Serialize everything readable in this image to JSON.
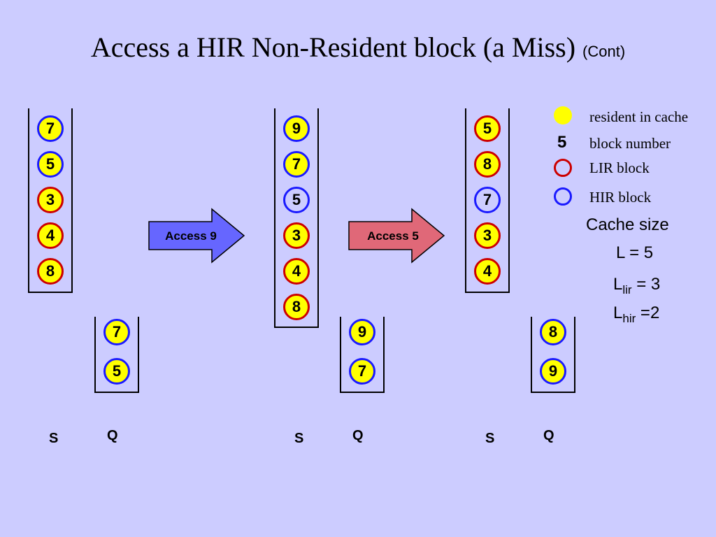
{
  "title": {
    "main": "Access a HIR Non-Resident block (a Miss)",
    "cont": "(Cont)"
  },
  "arrows": [
    {
      "label": "Access 9",
      "color": "#6666ff"
    },
    {
      "label": "Access 5",
      "color": "#e06878"
    }
  ],
  "states": [
    {
      "s_label": "S",
      "q_label": "Q",
      "s_blocks": [
        {
          "num": "7",
          "kind": "hir"
        },
        {
          "num": "5",
          "kind": "hir"
        },
        {
          "num": "3",
          "kind": "lir"
        },
        {
          "num": "4",
          "kind": "lir"
        },
        {
          "num": "8",
          "kind": "lir"
        }
      ],
      "q_blocks": [
        {
          "num": "7",
          "kind": "hir"
        },
        {
          "num": "5",
          "kind": "hir"
        }
      ]
    },
    {
      "s_label": "S",
      "q_label": "Q",
      "s_blocks": [
        {
          "num": "9",
          "kind": "hir"
        },
        {
          "num": "7",
          "kind": "hir"
        },
        {
          "num": "5",
          "kind": "hir-nonresident"
        },
        {
          "num": "3",
          "kind": "lir"
        },
        {
          "num": "4",
          "kind": "lir"
        },
        {
          "num": "8",
          "kind": "lir"
        }
      ],
      "q_blocks": [
        {
          "num": "9",
          "kind": "hir"
        },
        {
          "num": "7",
          "kind": "hir"
        }
      ]
    },
    {
      "s_label": "S",
      "q_label": "Q",
      "s_blocks": [
        {
          "num": "5",
          "kind": "lir"
        },
        {
          "num": "8",
          "kind": "lir"
        },
        {
          "num": "7",
          "kind": "hir-nonresident"
        },
        {
          "num": "3",
          "kind": "lir"
        },
        {
          "num": "4",
          "kind": "lir"
        }
      ],
      "q_blocks": [
        {
          "num": "8",
          "kind": "hir"
        },
        {
          "num": "9",
          "kind": "hir"
        }
      ]
    }
  ],
  "legend": {
    "resident": "resident in cache",
    "block_number_sample": "5",
    "block_number": "block number",
    "lir": "LIR block",
    "hir": "HIR block"
  },
  "cache": {
    "heading": "Cache size",
    "l_line": "L = 5",
    "l_sym": "L",
    "lir_sub": "lir",
    "lir_val": " = 3",
    "hir_sub": "hir",
    "hir_val": " =2"
  },
  "colors": {
    "resident": "#ffff00",
    "lir_border": "#cc0000",
    "hir_border": "#1a1aff",
    "background": "#ccccff"
  }
}
